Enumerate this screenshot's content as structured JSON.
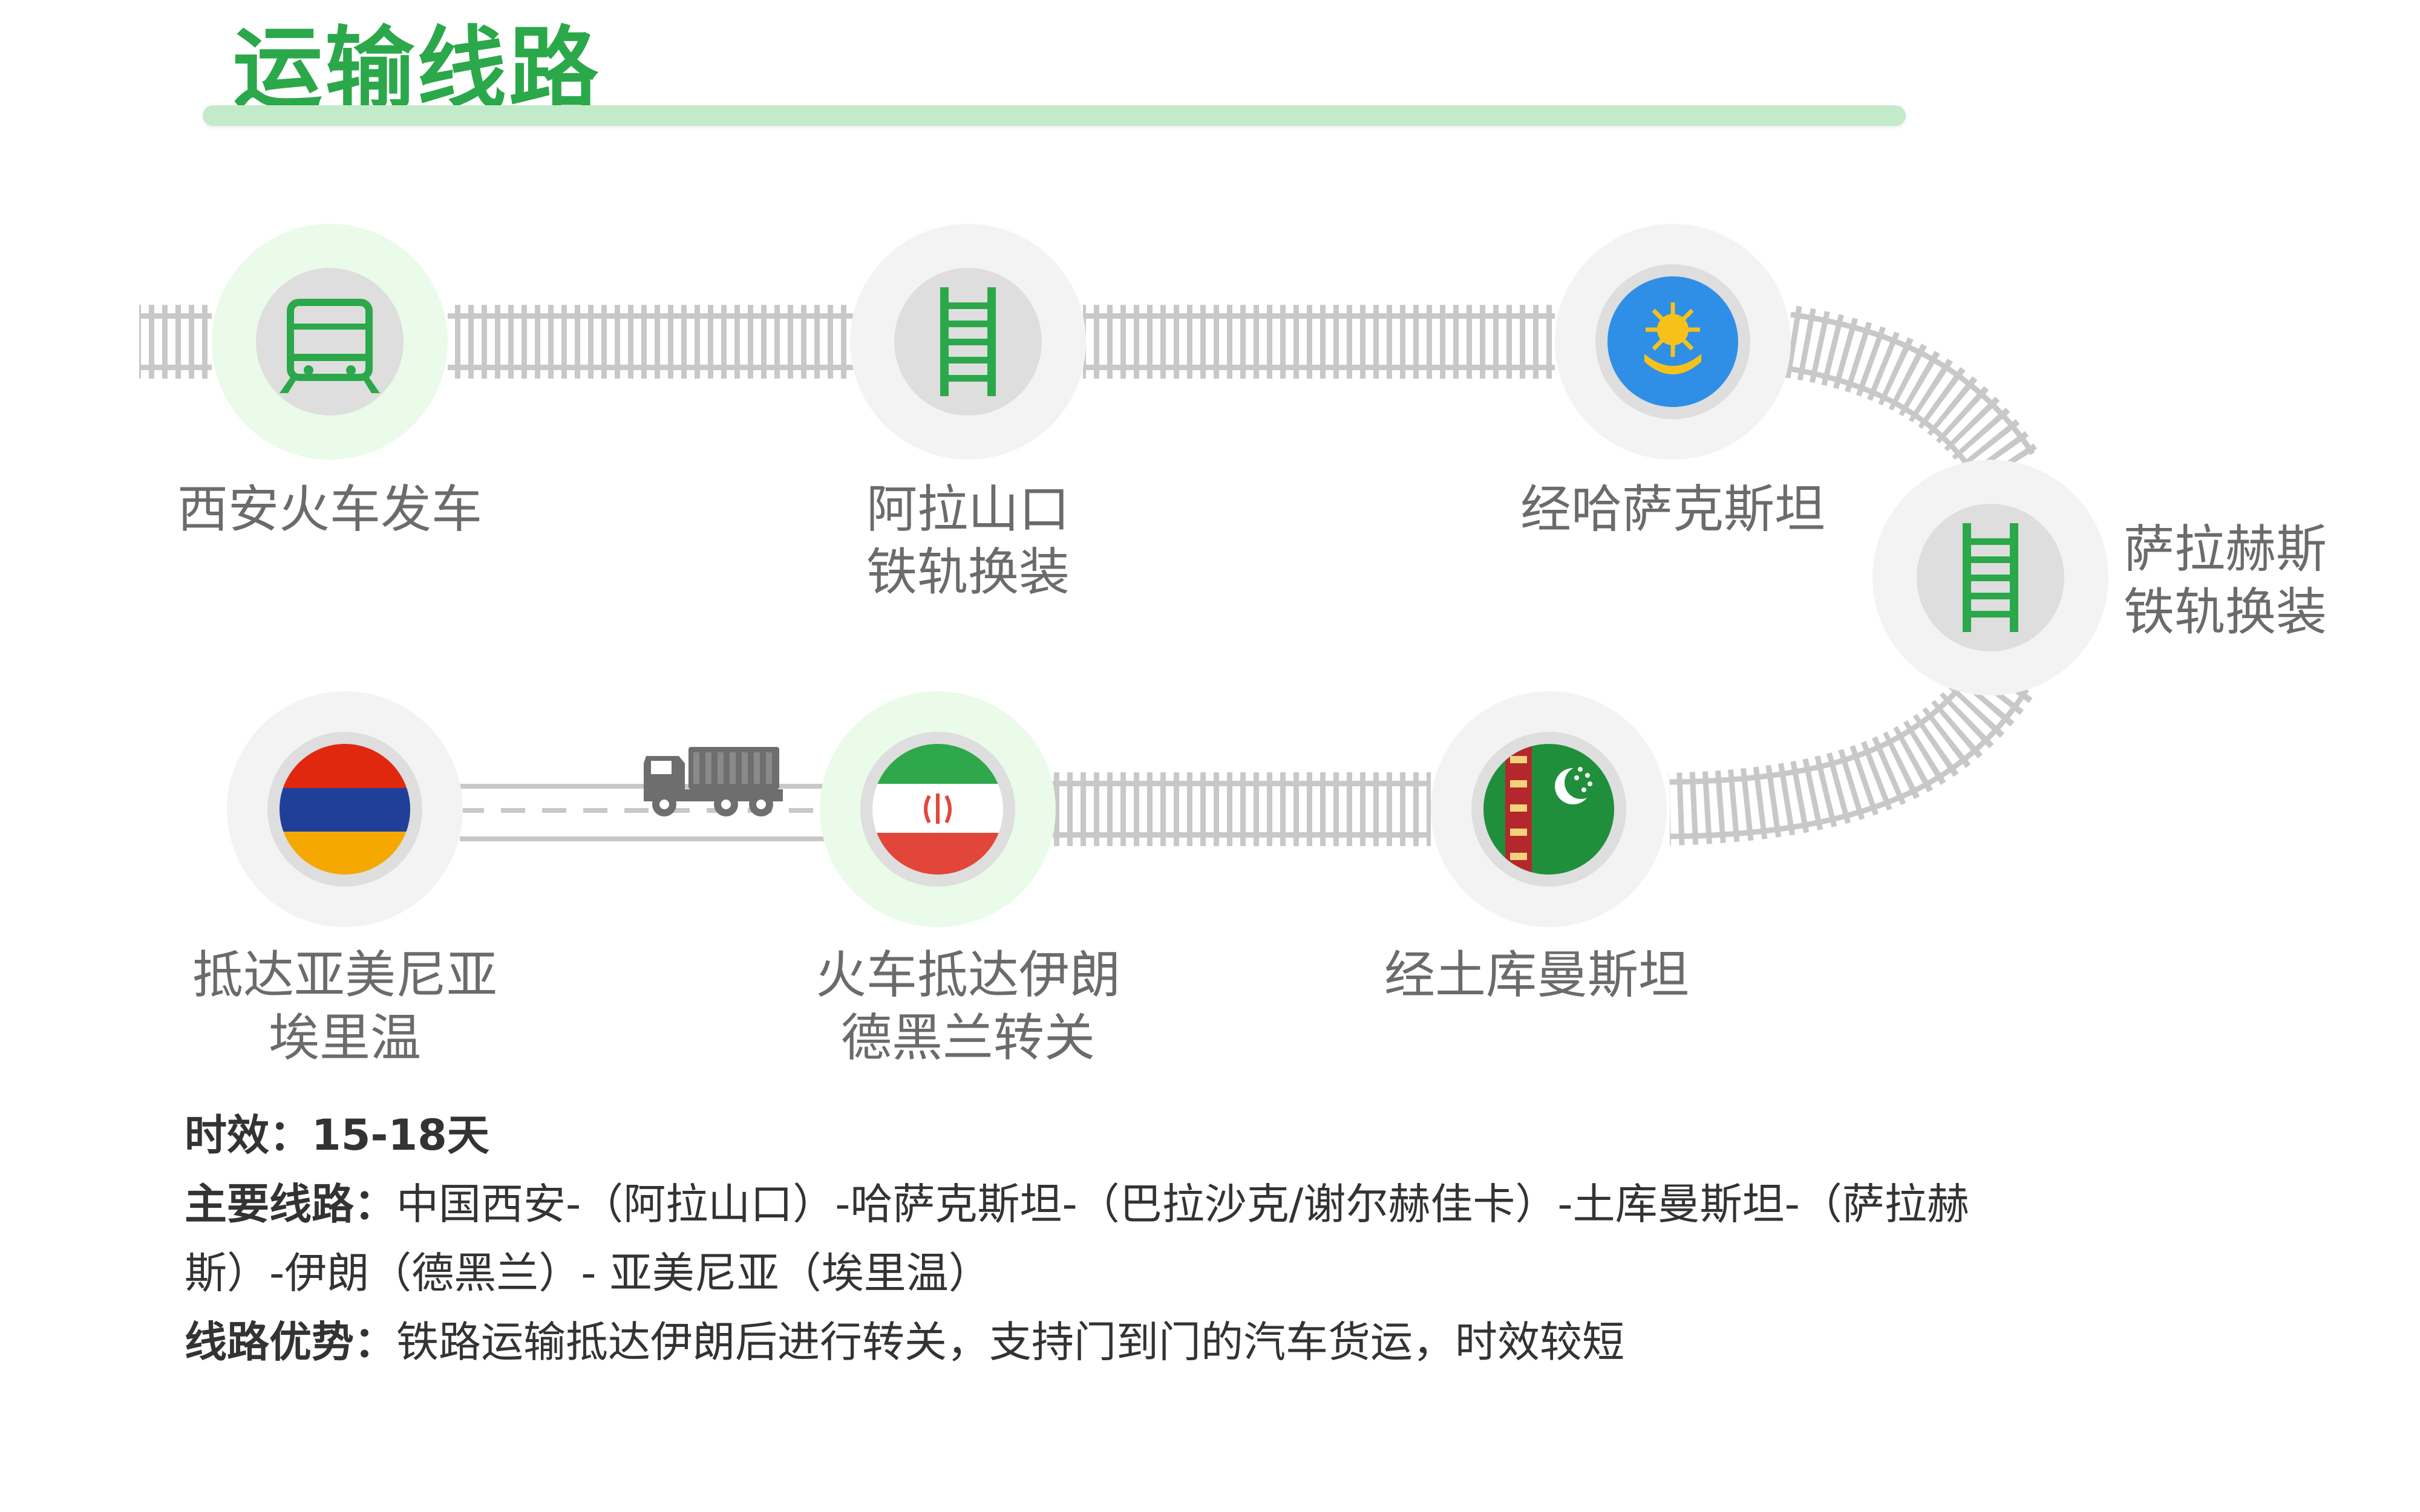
{
  "title": "运输线路",
  "colors": {
    "accent": "#2ba84a",
    "underline": "#c3ebc9",
    "rail": "#c8c8c8",
    "node_outer": "#f3f3f3",
    "node_inner": "#dedede",
    "node_glow": "#eafbe9",
    "label": "#6b6b6b"
  },
  "stations": [
    {
      "id": "xian",
      "icon": "train-icon",
      "lines": [
        "西安火车发车"
      ]
    },
    {
      "id": "alashankou",
      "icon": "rail-track-icon",
      "lines": [
        "阿拉山口",
        "铁轨换装"
      ]
    },
    {
      "id": "kazakhstan",
      "icon": "kazakhstan-flag-icon",
      "lines": [
        "经哈萨克斯坦"
      ]
    },
    {
      "id": "sarakhs",
      "icon": "rail-track-icon",
      "lines": [
        "萨拉赫斯",
        "铁轨换装"
      ]
    },
    {
      "id": "turkmenistan",
      "icon": "turkmenistan-flag-icon",
      "lines": [
        "经土库曼斯坦"
      ]
    },
    {
      "id": "iran",
      "icon": "iran-flag-icon",
      "lines": [
        "火车抵达伊朗",
        "德黑兰转关"
      ]
    },
    {
      "id": "armenia",
      "icon": "armenia-flag-icon",
      "lines": [
        "抵达亚美尼亚",
        "埃里温"
      ]
    }
  ],
  "truck_icon": "truck-icon",
  "info": {
    "duration_label": "时效：",
    "duration_value": "15-18天",
    "route_label": "主要线路：",
    "route_value_line1": "中国西安-（阿拉山口）-哈萨克斯坦-（巴拉沙克/谢尔赫佳卡）-土库曼斯坦-（萨拉赫",
    "route_value_line2": "斯）-伊朗（德黑兰）- 亚美尼亚（埃里温）",
    "advantage_label": "线路优势：",
    "advantage_value": "铁路运输抵达伊朗后进行转关，支持门到门的汽车货运，时效较短"
  }
}
